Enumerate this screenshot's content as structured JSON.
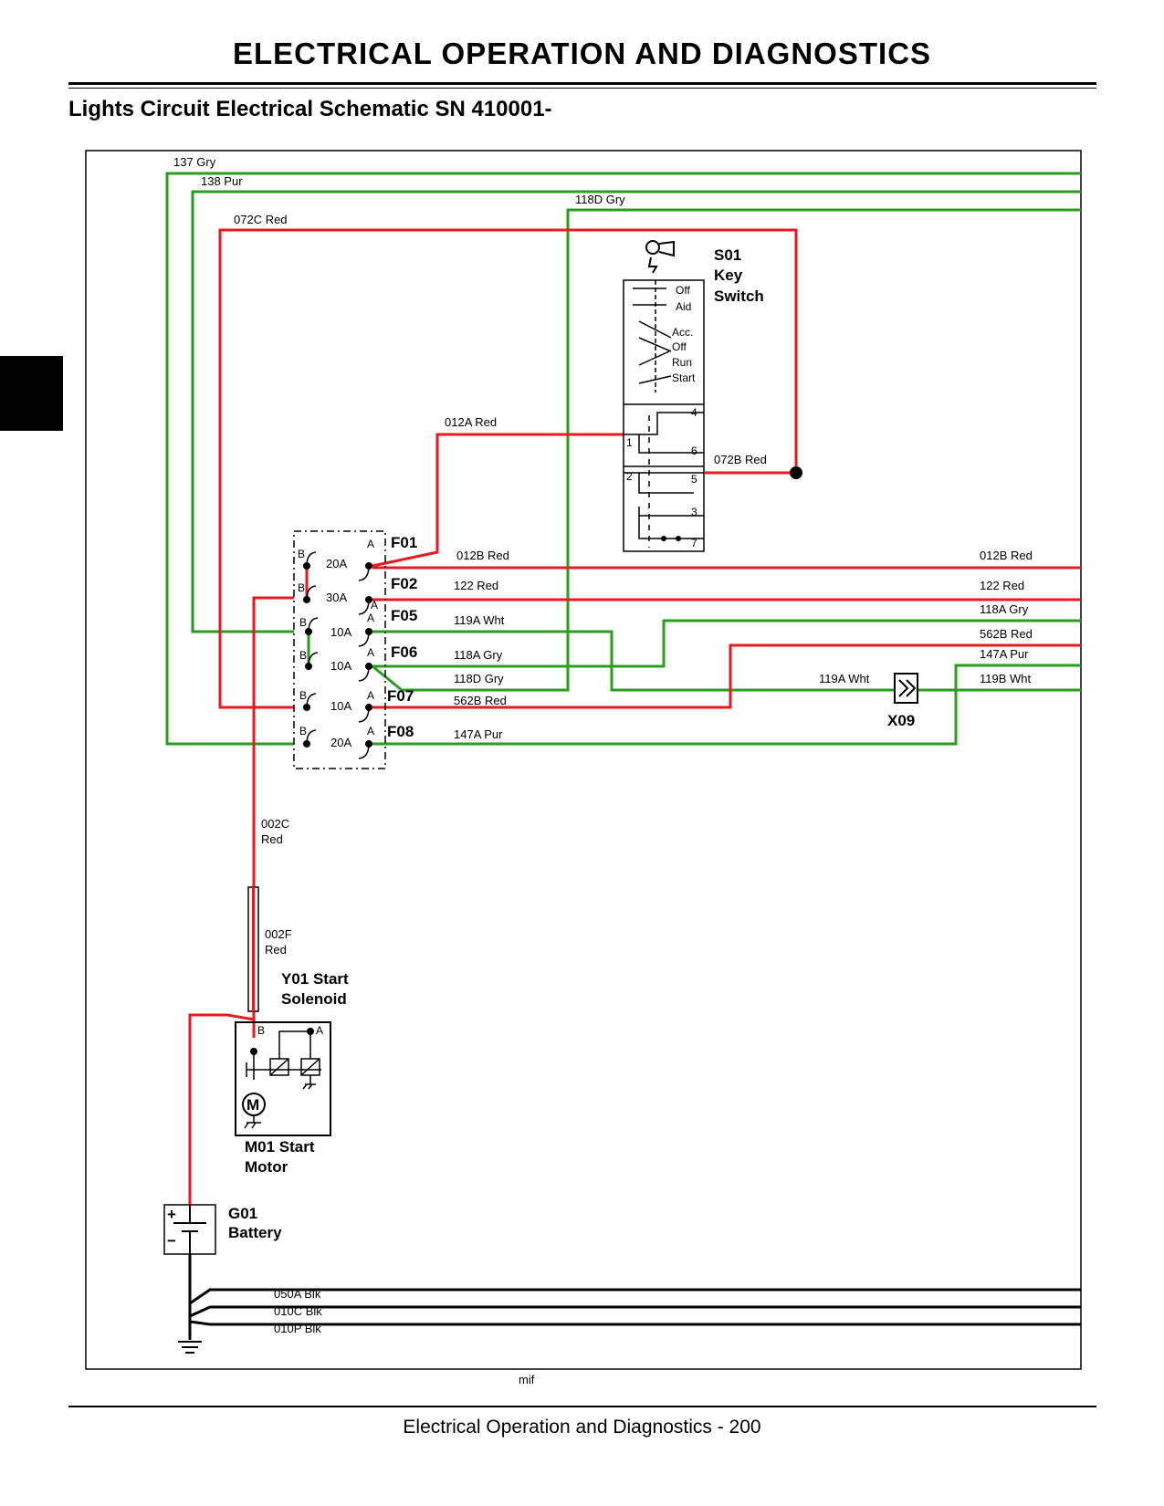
{
  "header": {
    "title": "ELECTRICAL   OPERATION AND DIAGNOSTICS",
    "subtitle": "Lights Circuit Electrical Schematic SN 410001-"
  },
  "footer": {
    "text": "Electrical   Operation and Diagnostics  - 200",
    "mif": "mif"
  },
  "colors": {
    "red": "#e8191f",
    "green": "#2a9d1e",
    "black": "#000000"
  },
  "wires": {
    "w137": "137 Gry",
    "w138": "138 Pur",
    "w118D_top": "118D Gry",
    "w072C": "072C Red",
    "w012A": "012A Red",
    "w072B": "072B Red",
    "w012B_l": "012B Red",
    "w012B_r": "012B Red",
    "w122_l": "122 Red",
    "w122_r": "122 Red",
    "w119A_l": "119A Wht",
    "w118A_l": "118A Gry",
    "w118A_r": "118A Gry",
    "w118D_l": "118D Gry",
    "w562B_l": "562B Red",
    "w562B_r": "562B Red",
    "w147A_l": "147A Pur",
    "w147A_r": "147A Pur",
    "w119A_m": "119A Wht",
    "w119B_r": "119B Wht",
    "w002C_1": "002C",
    "w002C_2": "Red",
    "w002F_1": "002F",
    "w002F_2": "Red",
    "w050A": "050A Blk",
    "w010C": "010C Blk",
    "w010P": "010P Blk"
  },
  "key_switch": {
    "id": "S01",
    "name_1": "Key",
    "name_2": "Switch",
    "positions": [
      "Off",
      "Aid",
      "Acc.",
      "Off",
      "Run",
      "Start"
    ],
    "terminals": [
      "4",
      "1",
      "6",
      "2",
      "5",
      "3",
      "7"
    ]
  },
  "fuses": [
    {
      "id": "F01",
      "rating": "20A"
    },
    {
      "id": "F02",
      "rating": "30A"
    },
    {
      "id": "F05",
      "rating": "10A"
    },
    {
      "id": "F06",
      "rating": "10A"
    },
    {
      "id": "F07",
      "rating": "10A"
    },
    {
      "id": "F08",
      "rating": "20A"
    }
  ],
  "fuse_terminals": {
    "a": "A",
    "b": "B"
  },
  "connector": {
    "id": "X09"
  },
  "solenoid": {
    "label_1": "Y01 Start",
    "label_2": "Solenoid",
    "term_b": "B",
    "term_a": "A"
  },
  "motor": {
    "label_1": "M01 Start",
    "label_2": "Motor",
    "symbol": "M"
  },
  "battery": {
    "label_1": "G01",
    "label_2": "Battery",
    "plus": "+",
    "minus": "−"
  }
}
